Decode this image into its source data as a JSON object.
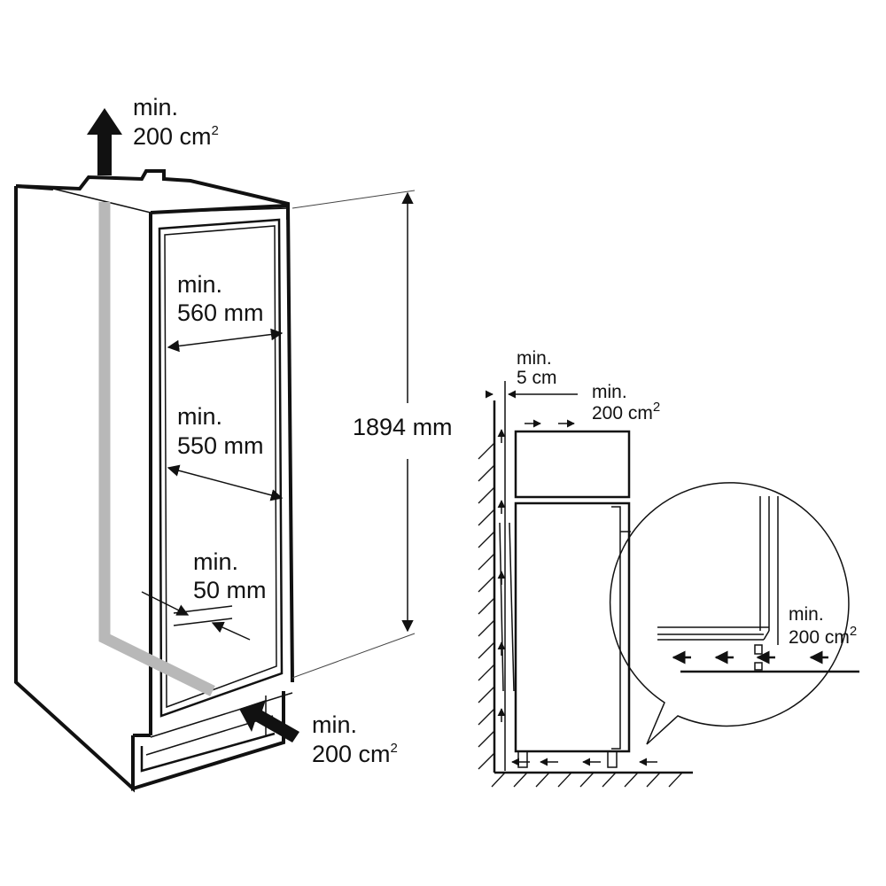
{
  "labels": {
    "top_vent": {
      "line1": "min.",
      "value": "200 cm",
      "sup": "2"
    },
    "width_inner": {
      "line1": "min.",
      "line2": "560 mm"
    },
    "depth_inner": {
      "line1": "min.",
      "line2": "550 mm"
    },
    "gap_bottom": {
      "line1": "min.",
      "line2": "50 mm"
    },
    "height": {
      "text": "1894 mm"
    },
    "bottom_vent": {
      "line1": "min.",
      "value": "200 cm",
      "sup": "2"
    },
    "wall_gap": {
      "line1": "min.",
      "line2": "5 cm"
    },
    "side_top_vent": {
      "line1": "min.",
      "value": "200 cm",
      "sup": "2"
    },
    "detail_vent": {
      "line1": "min.",
      "value": "200 cm",
      "sup": "2"
    }
  },
  "colors": {
    "line": "#111111",
    "airflow_path": "#b8b8b8",
    "background": "#ffffff"
  }
}
